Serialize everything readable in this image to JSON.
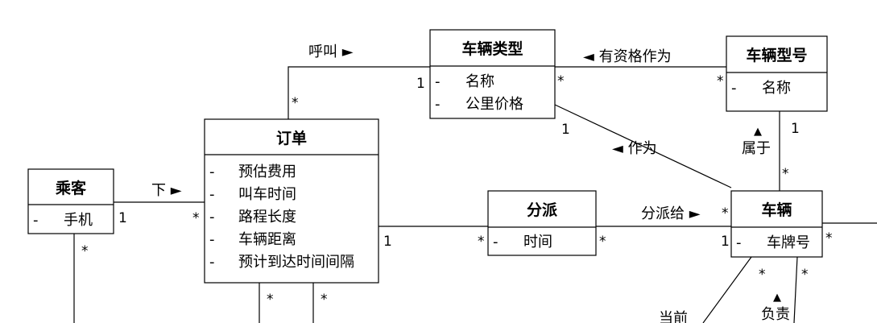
{
  "classes": {
    "vehicle_type": {
      "name": "车辆类型",
      "attributes": [
        "名称",
        "公里价格"
      ]
    },
    "vehicle_model": {
      "name": "车辆型号",
      "attributes": [
        "名称"
      ]
    },
    "order": {
      "name": "订单",
      "attributes": [
        "预估费用",
        "叫车时间",
        "路程长度",
        "车辆距离",
        "预计到达时间间隔"
      ]
    },
    "passenger": {
      "name": "乘客",
      "attributes": [
        "手机"
      ]
    },
    "dispatch": {
      "name": "分派",
      "attributes": [
        "时间"
      ]
    },
    "vehicle": {
      "name": "车辆",
      "attributes": [
        "车牌号"
      ]
    }
  },
  "attribute_marker": "-",
  "associations": {
    "call": {
      "label": "呼叫 ►",
      "mult_a": "*",
      "mult_b": "1"
    },
    "qualify": {
      "label": "◄ 有资格作为",
      "mult_a": "*",
      "mult_b": "*"
    },
    "acts_as": {
      "label": "◄ 作为",
      "mult_a": "1",
      "mult_b": "*"
    },
    "belongs": {
      "label": "属于",
      "arrow": "▲",
      "mult_a": "1",
      "mult_b": "*"
    },
    "place": {
      "label": "下 ►",
      "mult_a": "1",
      "mult_b": "*"
    },
    "order_dispatch": {
      "mult_a": "1",
      "mult_b": "*"
    },
    "assign": {
      "label": "分派给 ►",
      "mult_a": "*",
      "mult_b": "1"
    },
    "responsible": {
      "label": "负责",
      "arrow": "▲",
      "mult_a": "*",
      "mult_b": "*"
    },
    "current": {
      "label": "当前"
    },
    "order_down": {
      "mult_a": "*",
      "mult_b": "*"
    },
    "passenger_down": {
      "mult": "*"
    },
    "vehicle_right": {
      "mult": "*"
    }
  }
}
